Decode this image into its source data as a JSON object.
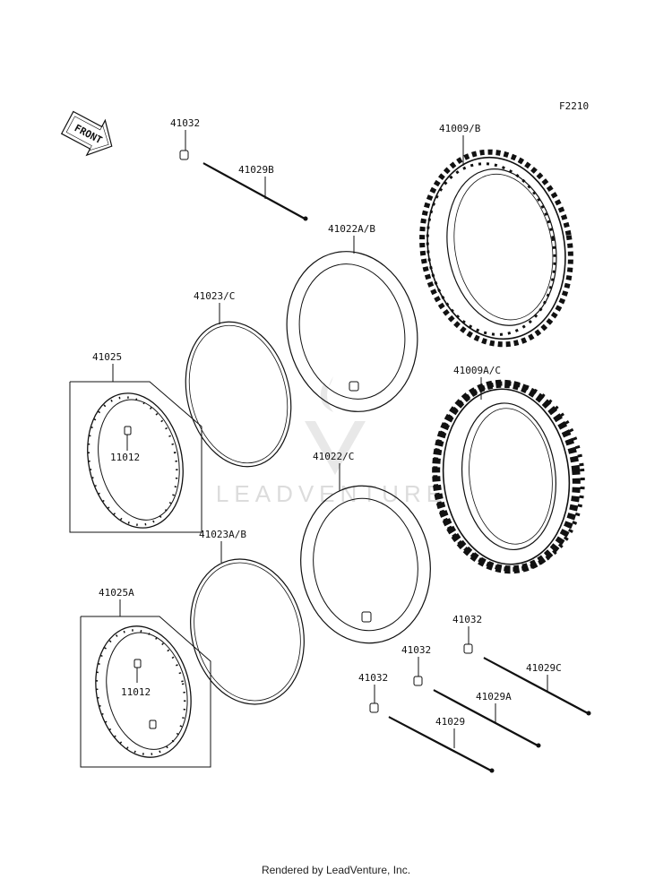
{
  "figure_code": "F2210",
  "direction_label": "FRONT",
  "watermark": "LEADVENTURE",
  "footer": "Rendered by LeadVenture, Inc.",
  "labels": {
    "spoke_nipple_top": "41032",
    "spoke_top": "41029B",
    "tire_front": "41009/B",
    "tube_front": "41022A/B",
    "rim_band_front": "41023/C",
    "rim_front": "41025",
    "valve_front": "11012",
    "tire_rear": "41009A/C",
    "tube_rear": "41022/C",
    "rim_band_rear": "41023A/B",
    "rim_rear": "41025A",
    "valve_rear": "11012",
    "nipple_r1": "41032",
    "spoke_r1": "41029C",
    "nipple_r2": "41032",
    "spoke_r2": "41029A",
    "nipple_r3": "41032",
    "spoke_r3": "41029"
  },
  "colors": {
    "line": "#111111",
    "watermark": "#d9d9d9",
    "background": "#ffffff"
  }
}
